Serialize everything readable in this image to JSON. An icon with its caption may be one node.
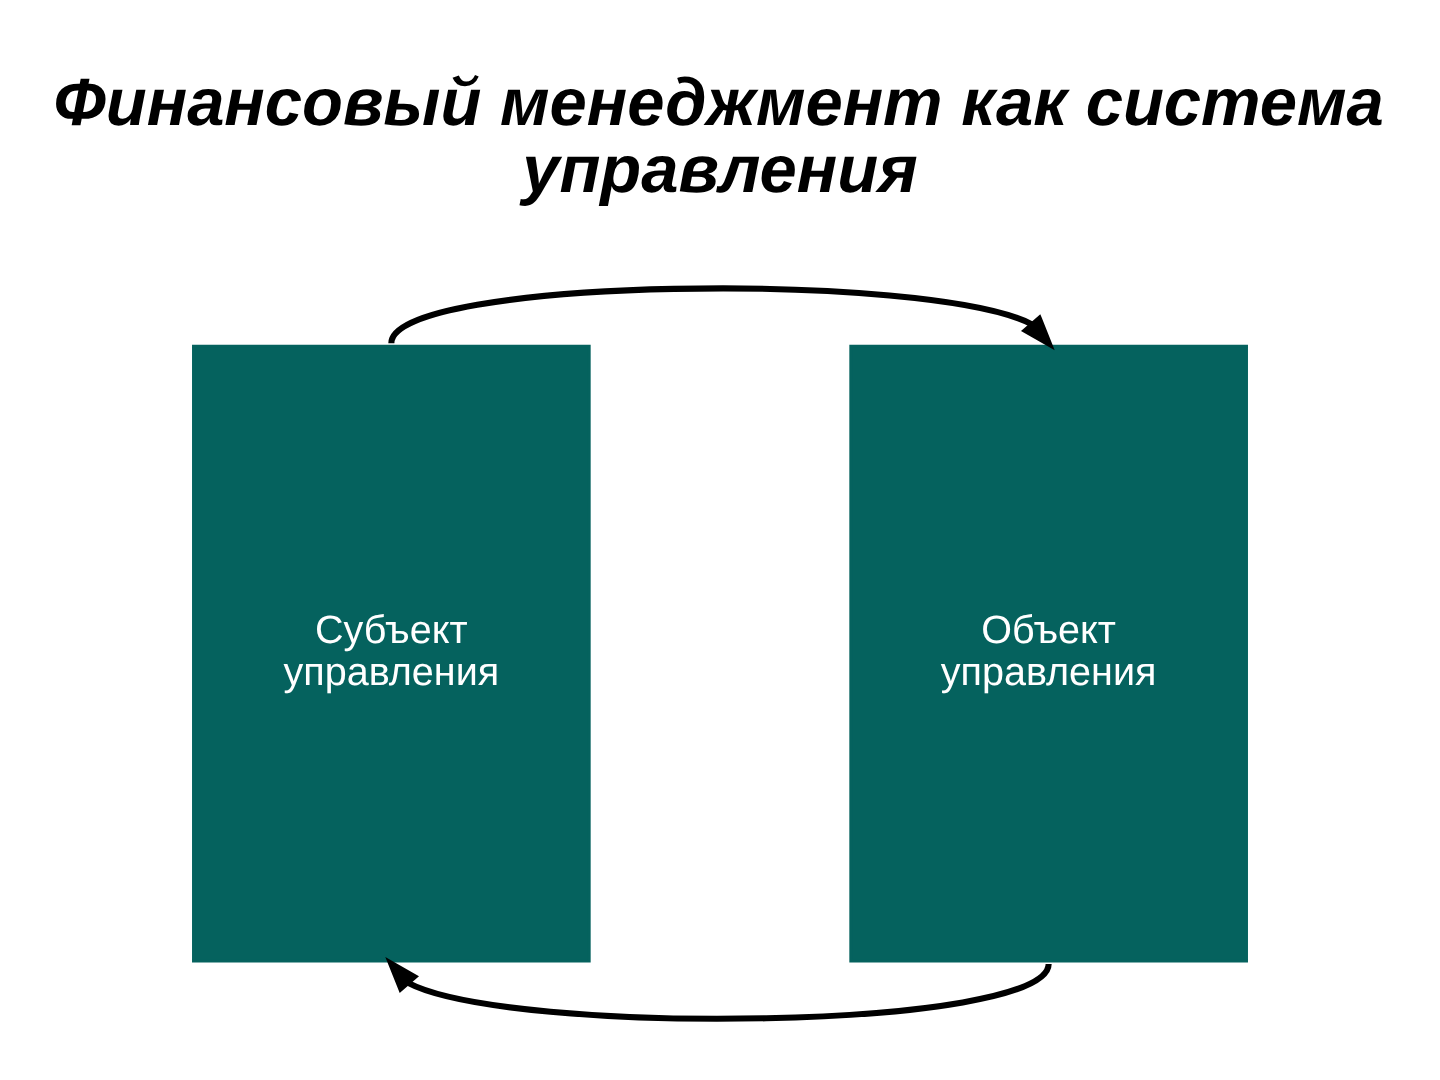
{
  "diagram": {
    "title": "Финансовый менеджмент как система управления",
    "nodes": [
      {
        "text": [
          "Субъект управления"
        ]
      },
      {
        "text": [
          "Объект управления"
        ]
      }
    ],
    "edges": [
      {
        "from": 0,
        "to": 1,
        "arrow": "to"
      },
      {
        "from": 1,
        "to": 0,
        "arrow": "to"
      }
    ]
  }
}
